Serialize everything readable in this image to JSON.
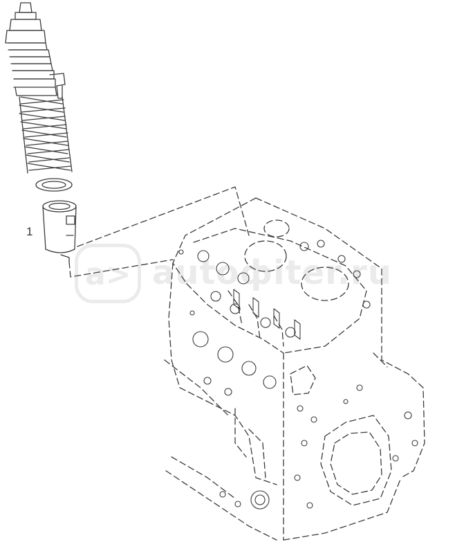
{
  "callouts": [
    {
      "label": "1"
    }
  ],
  "watermark": {
    "logo_glyph": "a>",
    "text": "autoфiter.ru"
  },
  "colors": {
    "line": "#3a3a3a",
    "background": "#ffffff"
  }
}
